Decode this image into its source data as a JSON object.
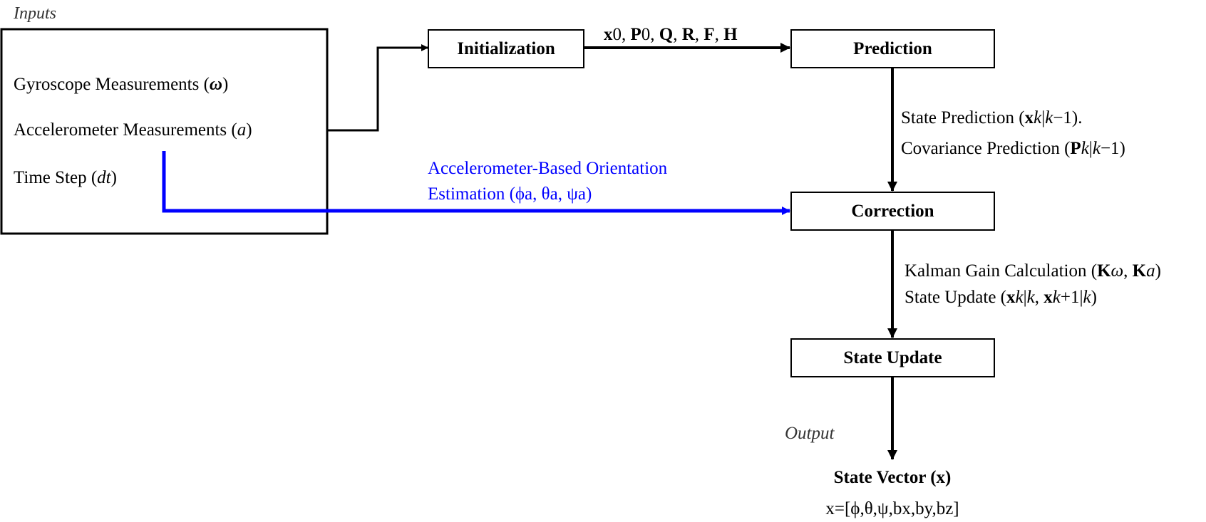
{
  "inputs": {
    "section_label": "Inputs",
    "gyro": {
      "text": "Gyroscope Measurements (",
      "sym": "ω",
      "close": ")"
    },
    "accel": {
      "text": "Accelerometer Measurements (",
      "sym": "a",
      "close": ")"
    },
    "timestep": {
      "text": "Time Step (",
      "sym": "dt",
      "close": ")"
    }
  },
  "nodes": {
    "initialization": "Initialization",
    "prediction": "Prediction",
    "correction": "Correction",
    "state_update": "State Update"
  },
  "init_to_prediction": {
    "x": "x",
    "x_sub": "0, ",
    "p": "P",
    "p_sub": "0, ",
    "q": "Q",
    "sep1": ", ",
    "r": "R",
    "sep2": ", ",
    "f": "F",
    "sep3": ", ",
    "h": "H"
  },
  "prediction_to_correction": {
    "line1": {
      "a": "State Prediction (",
      "b": "x",
      "c": "k",
      "d": "|",
      "e": "k",
      "f": "−1)."
    },
    "line2": {
      "a": "Covariance Prediction (",
      "b": "P",
      "c": "k",
      "d": "|",
      "e": "k",
      "f": "−1)"
    }
  },
  "accel_orientation": {
    "line1": "Accelerometer-Based Orientation",
    "line2": "Estimation (ϕa, θa, ψa)"
  },
  "correction_to_update": {
    "line1": {
      "a": "Kalman Gain Calculation (",
      "b": "K",
      "c": "ω",
      "d": ", ",
      "e": "K",
      "f": "a",
      "g": ")"
    },
    "line2": {
      "a": "State Update (",
      "b": "x",
      "c": "k",
      "d": "|",
      "e": "k",
      "f": ", ",
      "g": "x",
      "h": "k",
      "i": "+1|",
      "j": "k",
      "k": ")"
    }
  },
  "output": {
    "section_label": "Output",
    "title": "State Vector (x)",
    "formula": "x=[ϕ,θ,ψ,bx,by,bz]"
  },
  "colors": {
    "main": "#000000",
    "accent": "#0000ff"
  }
}
